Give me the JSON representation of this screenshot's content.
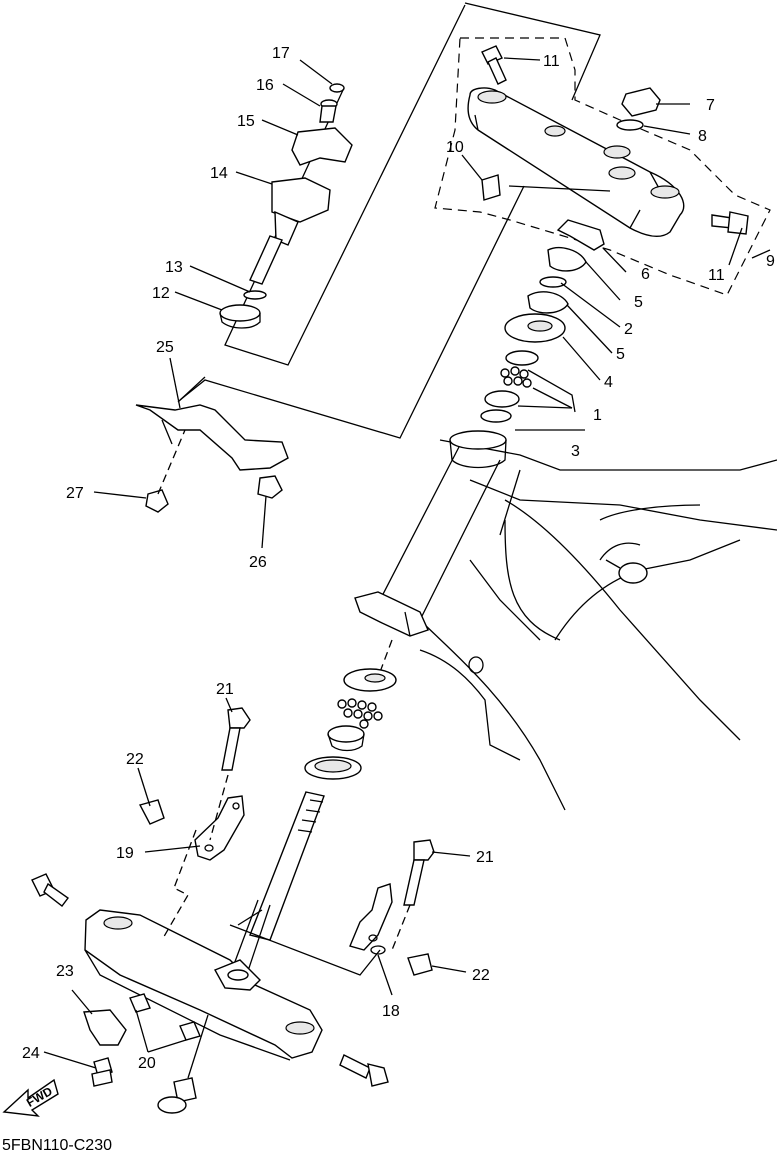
{
  "diagram": {
    "code": "5FBN110-C230",
    "fwd_label": "FWD",
    "callouts": [
      "1",
      "2",
      "3",
      "4",
      "5",
      "6",
      "7",
      "8",
      "9",
      "10",
      "11",
      "12",
      "13",
      "14",
      "15",
      "16",
      "17",
      "18",
      "19",
      "20",
      "21",
      "22",
      "23",
      "24",
      "25",
      "26",
      "27"
    ]
  }
}
